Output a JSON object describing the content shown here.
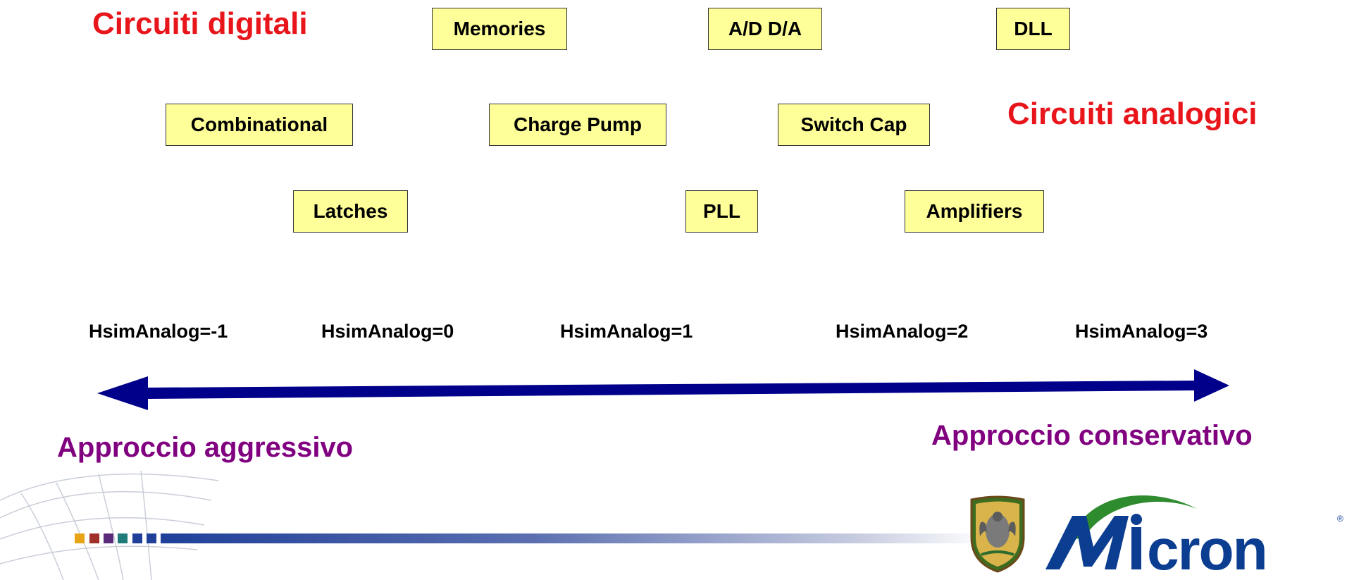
{
  "headings": {
    "digital": "Circuiti digitali",
    "analog": "Circuiti analogici"
  },
  "circuits": {
    "memories": "Memories",
    "adda": "A/D D/A",
    "dll": "DLL",
    "combinational": "Combinational",
    "charge_pump": "Charge Pump",
    "switch_cap": "Switch Cap",
    "latches": "Latches",
    "pll": "PLL",
    "amplifiers": "Amplifiers"
  },
  "levels": [
    "HsimAnalog=-1",
    "HsimAnalog=0",
    "HsimAnalog=1",
    "HsimAnalog=2",
    "HsimAnalog=3"
  ],
  "approaches": {
    "aggressive": "Approccio aggressivo",
    "conservative": "Approccio conservativo"
  },
  "footer": {
    "brand_logo": "Micron",
    "registered_mark": "®",
    "crest_icon": "university-crest-icon",
    "decor_squares": [
      "#e8a317",
      "#a0302a",
      "#5a2b7a",
      "#1f7a7a",
      "#1f3f99",
      "#1f3f99"
    ]
  },
  "colors": {
    "heading_red": "#e8151b",
    "approach_purple": "#800080",
    "arrow_navy": "#00008b",
    "box_fill": "#ffff99",
    "micron_blue": "#0b3d91",
    "micron_green": "#2e8b2e"
  }
}
